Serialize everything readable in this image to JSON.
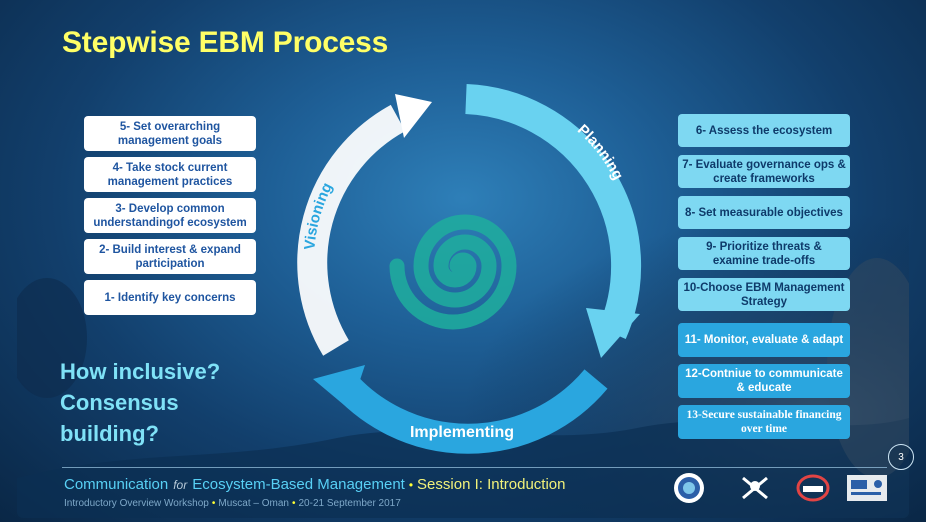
{
  "slide": {
    "title": "Stepwise EBM Process",
    "left_steps": [
      "5- Set overarching management goals",
      "4- Take stock current management practices",
      "3- Develop common understandingof ecosystem",
      "2- Build interest & expand participation",
      "1- Identify key concerns"
    ],
    "right_steps": [
      "6- Assess the ecosystem",
      "7- Evaluate governance ops & create frameworks",
      "8- Set measurable objectives",
      "9- Prioritize threats & examine trade-offs",
      "10-Choose EBM Management Strategy",
      "11- Monitor, evaluate & adapt",
      "12-Contniue to communicate & educate",
      "13-Secure sustainable financing over time"
    ],
    "cycle": {
      "visioning": "Visioning",
      "planning": "Planning",
      "implementing": "Implementing"
    },
    "question": [
      "How inclusive?",
      "Consensus",
      "building?"
    ],
    "page_number": "3"
  },
  "footer": {
    "communication": "Communication",
    "for": "for",
    "ebm": "Ecosystem-Based Management",
    "session": "Session I: Introduction",
    "workshop": "Introductory Overview Workshop",
    "location": "Muscat – Oman",
    "dates": "20-21 September 2017"
  },
  "colors": {
    "title": "#ffff66",
    "left_box": "#ffffff",
    "right_box_light": "#7ed8f2",
    "right_box_dark": "#2aa6df",
    "question": "#7fe2f7"
  },
  "icons": [
    "ropme-logo",
    "oman-emblem",
    "jica-logo",
    "un-environment-logo"
  ]
}
